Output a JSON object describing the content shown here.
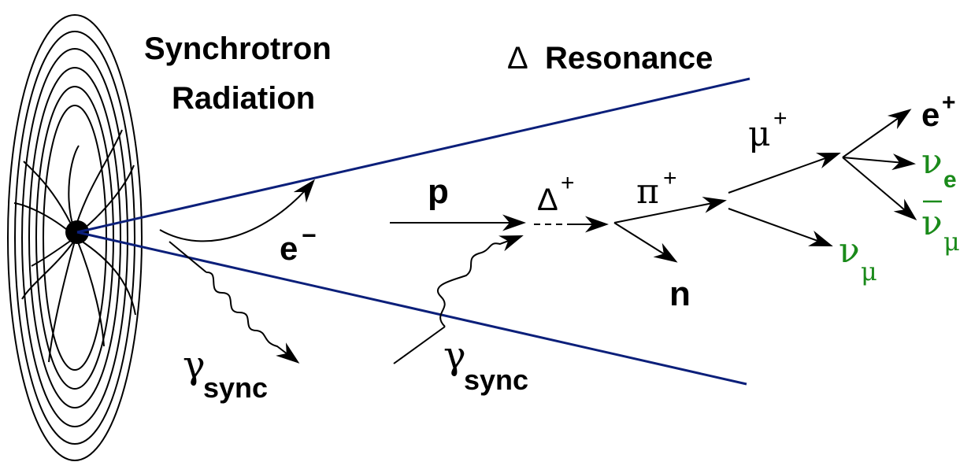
{
  "labels": {
    "synchrotron_line1": "Synchrotron",
    "synchrotron_line2": "Radiation",
    "delta_symbol": "Δ",
    "delta_resonance": "Resonance",
    "electron": "e",
    "electron_charge": "−",
    "proton": "p",
    "delta_plus": "Δ",
    "pion_plus": "π",
    "muon_plus": "μ",
    "positron": "e",
    "neutron": "n",
    "nu": "ν",
    "nu_e_sub": "e",
    "nu_mu_sub": "μ",
    "gamma": "γ",
    "sync_sub": "sync",
    "plus": "+"
  },
  "colors": {
    "jet_lines": "#0b1f7a",
    "neutrino": "#1a8a1a",
    "ink": "#000000"
  }
}
